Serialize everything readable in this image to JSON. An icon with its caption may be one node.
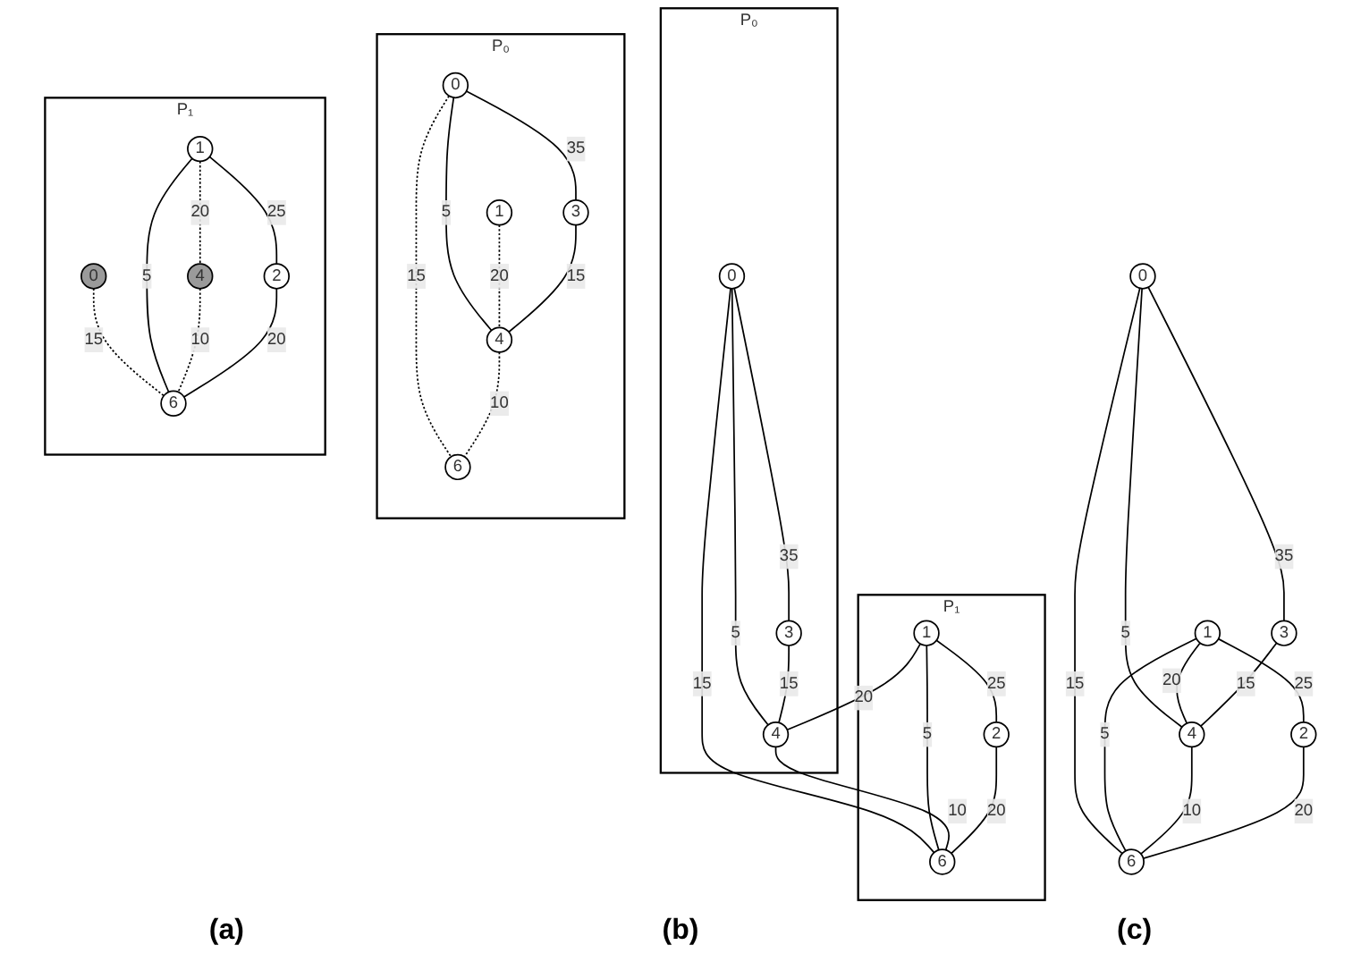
{
  "diagram": {
    "nodes": [
      {
        "text": [
          "0"
        ]
      },
      {
        "text": [
          "1"
        ]
      },
      {
        "text": [
          "3"
        ]
      },
      {
        "text": [
          "2"
        ]
      },
      {
        "text": [
          "4"
        ]
      },
      {
        "text": [
          "6"
        ]
      },
      {
        "text": [
          "P₀"
        ]
      },
      {
        "text": [
          "0"
        ],
        "in": 6
      },
      {
        "text": [
          "3"
        ],
        "in": 6
      },
      {
        "text": [
          "4"
        ],
        "in": 6
      },
      {
        "text": [
          "P₁"
        ]
      },
      {
        "text": [
          "1"
        ],
        "in": 10
      },
      {
        "text": [
          "2"
        ],
        "in": 10
      },
      {
        "text": [
          "6"
        ],
        "in": 10
      },
      {
        "text": [
          "P₀"
        ]
      },
      {
        "text": [
          "0"
        ],
        "in": 14
      },
      {
        "text": [
          "1"
        ],
        "in": 14
      },
      {
        "text": [
          "3"
        ],
        "in": 14
      },
      {
        "text": [
          "4"
        ],
        "in": 14
      },
      {
        "text": [
          "6"
        ],
        "in": 14
      },
      {
        "text": [
          "P₁"
        ]
      },
      {
        "text": [
          "0"
        ],
        "in": 20
      },
      {
        "text": [
          "1"
        ],
        "in": 20
      },
      {
        "text": [
          "2"
        ],
        "in": 20
      },
      {
        "text": [
          "4"
        ],
        "in": 20
      },
      {
        "text": [
          "6"
        ],
        "in": 20
      }
    ],
    "edges": [
      {
        "from": 0,
        "to": 2,
        "arrow": "none",
        "label": "35"
      },
      {
        "from": 0,
        "to": 4,
        "arrow": "none",
        "label": "5"
      },
      {
        "from": 0,
        "to": 5,
        "arrow": "none",
        "label": "15"
      },
      {
        "from": 1,
        "to": 4,
        "arrow": "none",
        "label": "20"
      },
      {
        "from": 1,
        "to": 5,
        "arrow": "none",
        "label": "5"
      },
      {
        "from": 1,
        "to": 3,
        "arrow": "none",
        "label": "25"
      },
      {
        "from": 2,
        "to": 4,
        "arrow": "none",
        "label": "15"
      },
      {
        "from": 4,
        "to": 5,
        "arrow": "none",
        "label": "10"
      },
      {
        "from": 3,
        "to": 5,
        "arrow": "none",
        "label": "20"
      },
      {
        "from": 7,
        "to": 8,
        "arrow": "none",
        "label": "35"
      },
      {
        "from": 7,
        "to": 9,
        "arrow": "none",
        "label": "5"
      },
      {
        "from": 7,
        "to": 13,
        "arrow": "none",
        "label": "15"
      },
      {
        "from": 11,
        "to": 9,
        "arrow": "none",
        "label": "20"
      },
      {
        "from": 11,
        "to": 13,
        "arrow": "none",
        "label": "5"
      },
      {
        "from": 11,
        "to": 12,
        "arrow": "none",
        "label": "25"
      },
      {
        "from": 8,
        "to": 9,
        "arrow": "none",
        "label": "15"
      },
      {
        "from": 9,
        "to": 13,
        "arrow": "none",
        "label": "10"
      },
      {
        "from": 12,
        "to": 13,
        "arrow": "none",
        "label": "20"
      },
      {
        "from": 15,
        "to": 17,
        "arrow": "none",
        "label": "35"
      },
      {
        "from": 15,
        "to": 18,
        "arrow": "none",
        "label": "5"
      },
      {
        "from": 15,
        "to": 19,
        "arrow": "none",
        "label": "15",
        "style": "dashed"
      },
      {
        "from": 16,
        "to": 18,
        "arrow": "none",
        "label": "20",
        "style": "dashed"
      },
      {
        "from": 17,
        "to": 18,
        "arrow": "none",
        "label": "15"
      },
      {
        "from": 18,
        "to": 19,
        "arrow": "none",
        "label": "10",
        "style": "dashed"
      },
      {
        "from": 21,
        "to": 25,
        "arrow": "none",
        "label": "15",
        "style": "dashed"
      },
      {
        "from": 22,
        "to": 24,
        "arrow": "none",
        "label": "20",
        "style": "dashed"
      },
      {
        "from": 22,
        "to": 25,
        "arrow": "none",
        "label": "5"
      },
      {
        "from": 22,
        "to": 23,
        "arrow": "none",
        "label": "25"
      },
      {
        "from": 24,
        "to": 25,
        "arrow": "none",
        "label": "10",
        "style": "dashed"
      },
      {
        "from": 23,
        "to": 25,
        "arrow": "none",
        "label": "20"
      }
    ],
    "labels": [
      "(a)",
      "(b)",
      "(c)"
    ]
  }
}
